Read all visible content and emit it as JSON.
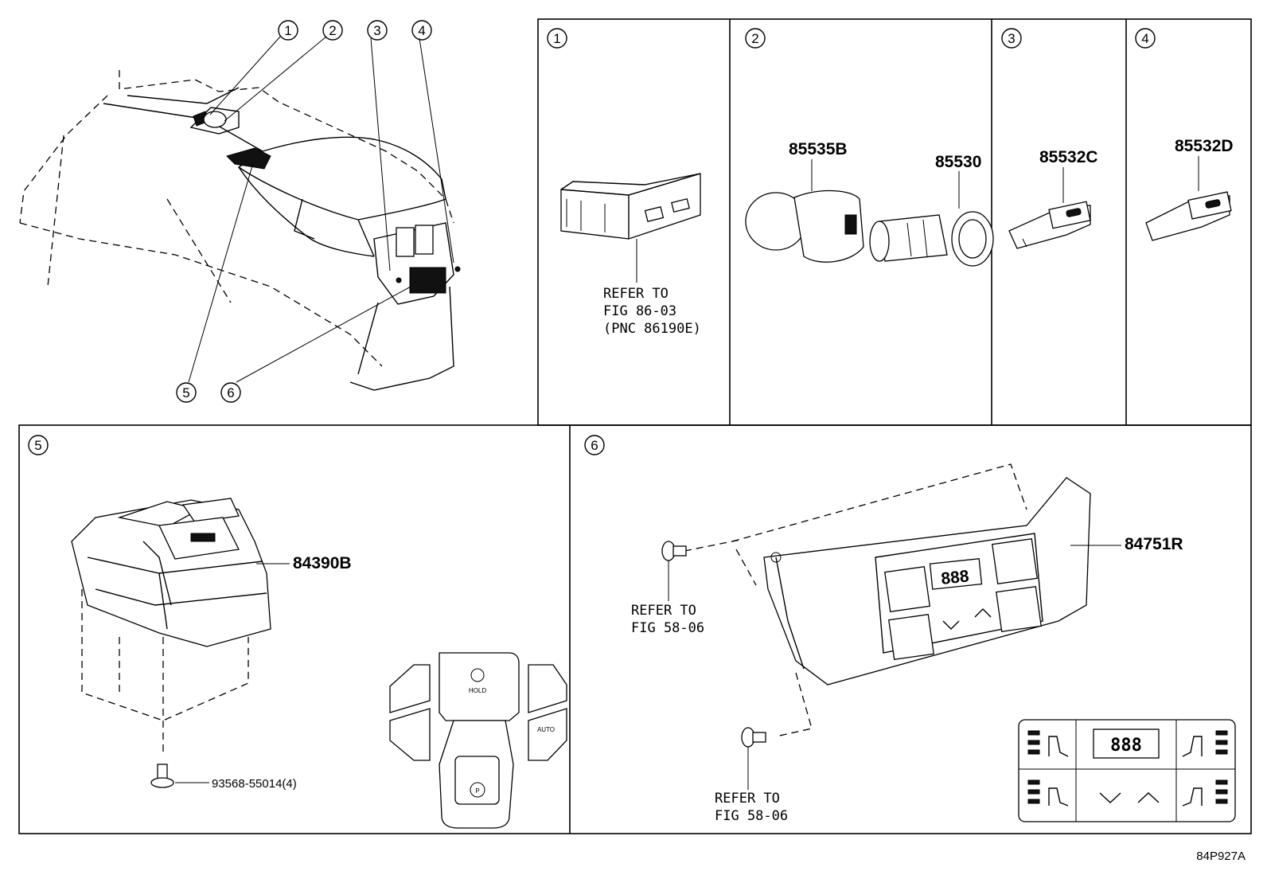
{
  "diagram": {
    "overview_callouts": [
      "1",
      "2",
      "3",
      "4",
      "5",
      "6"
    ],
    "section1": {
      "callout": "1",
      "refer_lines": [
        "REFER TO",
        "FIG 86-03",
        "(PNC 86190E)"
      ]
    },
    "section2": {
      "callout": "2",
      "parts": [
        "85535B",
        "85530"
      ]
    },
    "section3": {
      "callout": "3",
      "part": "85532C"
    },
    "section4": {
      "callout": "4",
      "part": "85532D"
    },
    "section5": {
      "callout": "5",
      "part": "84390B",
      "screw": "93568-55014(4)",
      "switch_labels": [
        "HOLD",
        "AUTO",
        "P"
      ]
    },
    "section6": {
      "callout": "6",
      "part": "84751R",
      "refer_top": [
        "REFER TO",
        "FIG 58-06"
      ],
      "refer_bottom": [
        "REFER TO",
        "FIG 58-06"
      ],
      "display": "888"
    },
    "figure_code": "84P927A"
  }
}
